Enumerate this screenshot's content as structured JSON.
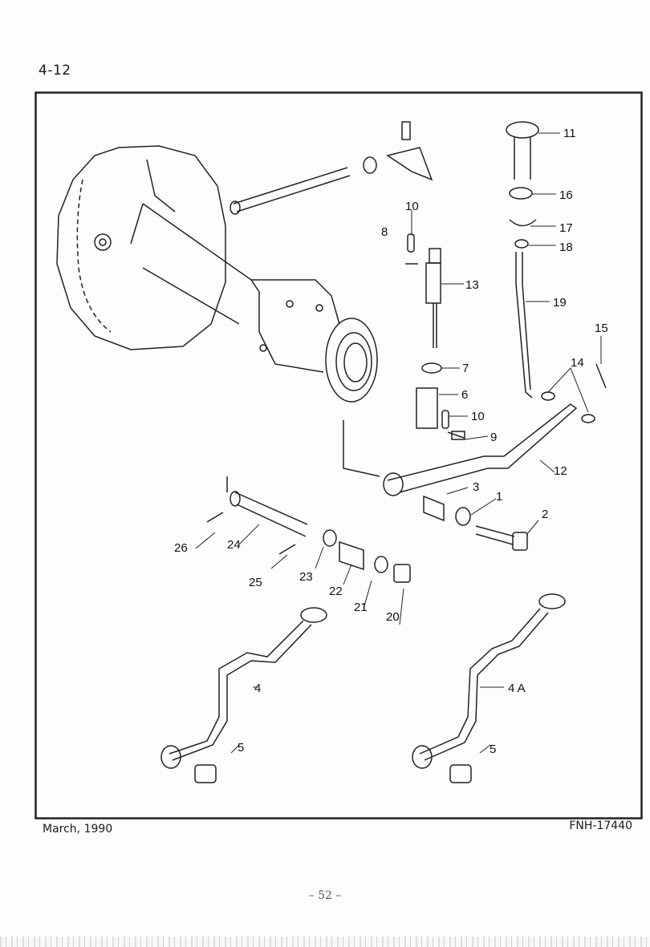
{
  "header": {
    "page_number": "4-12"
  },
  "callouts": [
    "1",
    "2",
    "3",
    "4",
    "4 A",
    "5",
    "5",
    "6",
    "7",
    "8",
    "9",
    "10",
    "10",
    "11",
    "12",
    "13",
    "14",
    "15",
    "16",
    "17",
    "18",
    "19",
    "20",
    "21",
    "22",
    "23",
    "24",
    "25",
    "26"
  ],
  "footer": {
    "date": "March, 1990",
    "code": "FNH-17440",
    "sheet_number": "– 52 –"
  }
}
